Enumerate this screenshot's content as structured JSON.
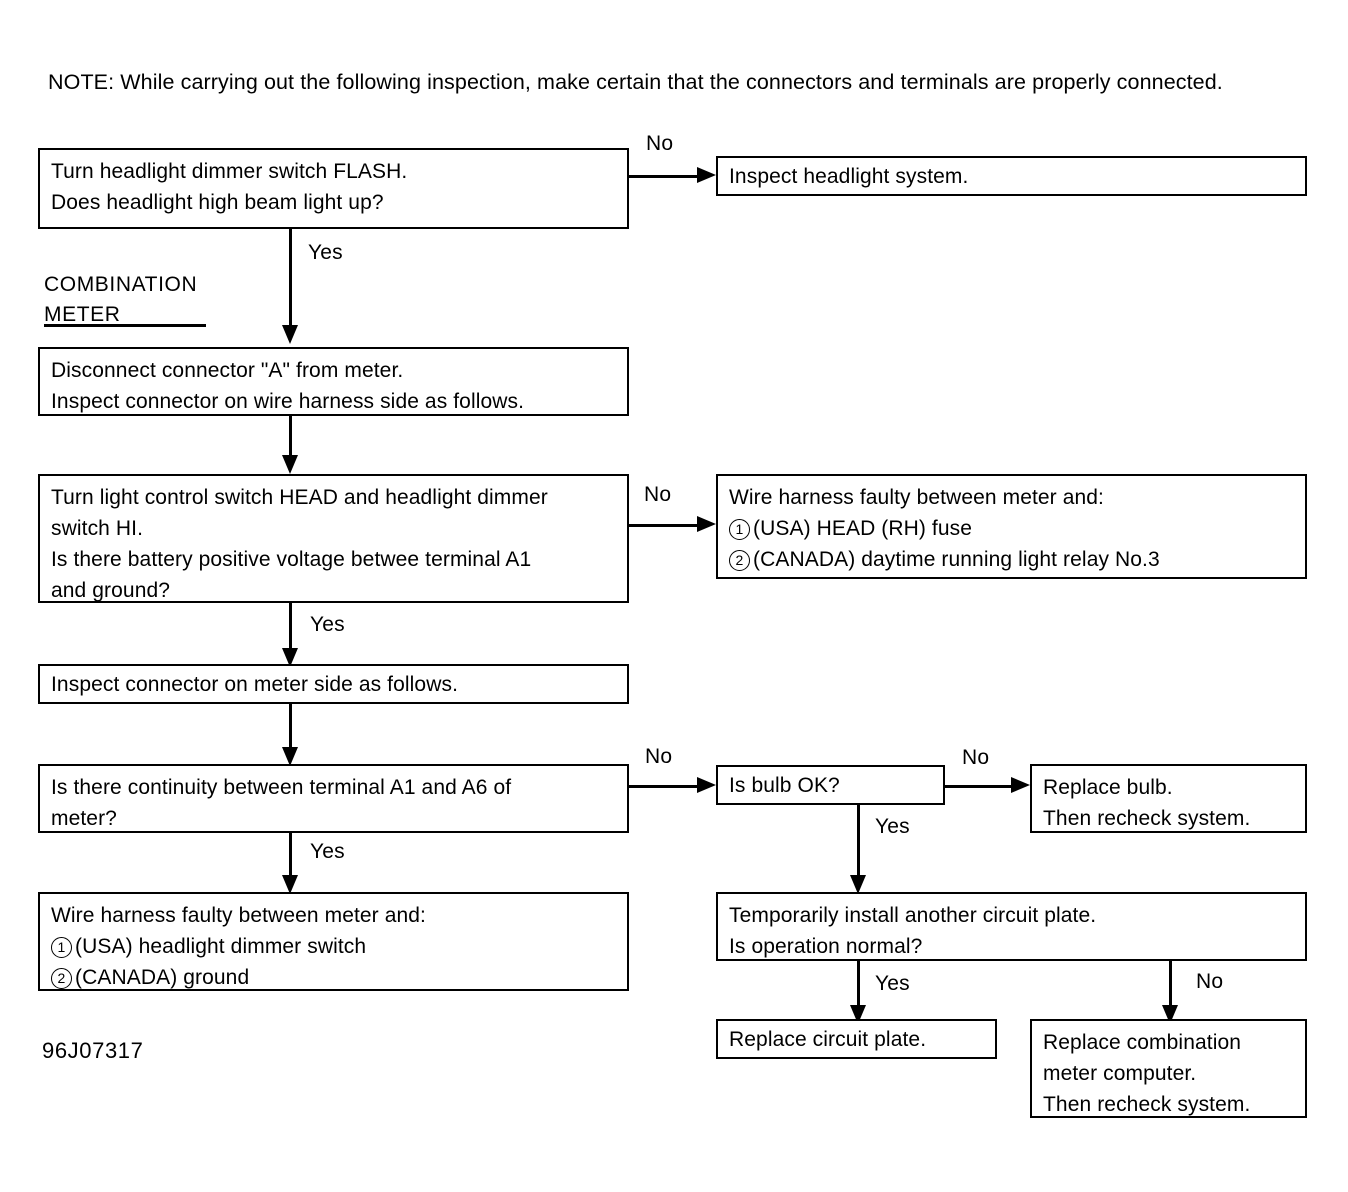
{
  "document": {
    "note_label": "NOTE:",
    "note_text": "NOTE:  While carrying out the following inspection, make certain that the connectors and terminals are properly connected.",
    "figure_number": "96J07317",
    "group_label_line1": "COMBINATION",
    "group_label_line2": "METER"
  },
  "edge_labels": {
    "yes": "Yes",
    "no": "No"
  },
  "chart_data": {
    "type": "diagram",
    "title": "Headlight high beam indicator troubleshooting flowchart",
    "nodes": [
      {
        "id": "n1",
        "lines": [
          "Turn headlight dimmer switch FLASH.",
          "Does headlight high beam light up?"
        ]
      },
      {
        "id": "n2",
        "lines": [
          "Inspect headlight system."
        ]
      },
      {
        "id": "n3",
        "lines": [
          "Disconnect connector \"A\" from meter.",
          "Inspect connector on wire harness side as follows."
        ]
      },
      {
        "id": "n4",
        "lines": [
          "Turn light control switch HEAD and headlight dimmer",
          "switch HI.",
          "Is there battery positive voltage betwee terminal A1",
          "and ground?"
        ]
      },
      {
        "id": "n5",
        "lines": [
          "Wire harness faulty between meter and:"
        ],
        "numbered": [
          "(USA) HEAD (RH) fuse",
          "(CANADA) daytime running light relay No.3"
        ]
      },
      {
        "id": "n6",
        "lines": [
          "Inspect connector on meter side as follows."
        ]
      },
      {
        "id": "n7",
        "lines": [
          "Is there continuity between terminal A1 and A6 of",
          "meter?"
        ]
      },
      {
        "id": "n8",
        "lines": [
          "Is bulb OK?"
        ]
      },
      {
        "id": "n9",
        "lines": [
          "Replace bulb.",
          "Then recheck system."
        ]
      },
      {
        "id": "n10",
        "lines": [
          "Wire harness faulty between meter and:"
        ],
        "numbered": [
          "(USA) headlight dimmer switch",
          "(CANADA) ground"
        ]
      },
      {
        "id": "n11",
        "lines": [
          "Temporarily install another circuit plate.",
          "Is operation normal?"
        ]
      },
      {
        "id": "n12",
        "lines": [
          "Replace circuit plate."
        ]
      },
      {
        "id": "n13",
        "lines": [
          "Replace combination",
          "meter computer.",
          "Then recheck system."
        ]
      }
    ],
    "edges": [
      {
        "from": "n1",
        "to": "n2",
        "label": "No"
      },
      {
        "from": "n1",
        "to": "n3",
        "label": "Yes"
      },
      {
        "from": "n3",
        "to": "n4",
        "label": ""
      },
      {
        "from": "n4",
        "to": "n5",
        "label": "No"
      },
      {
        "from": "n4",
        "to": "n6",
        "label": "Yes"
      },
      {
        "from": "n6",
        "to": "n7",
        "label": ""
      },
      {
        "from": "n7",
        "to": "n8",
        "label": "No"
      },
      {
        "from": "n7",
        "to": "n10",
        "label": "Yes"
      },
      {
        "from": "n8",
        "to": "n9",
        "label": "No"
      },
      {
        "from": "n8",
        "to": "n11",
        "label": "Yes"
      },
      {
        "from": "n11",
        "to": "n12",
        "label": "Yes"
      },
      {
        "from": "n11",
        "to": "n13",
        "label": "No"
      }
    ],
    "numbered_markers": [
      "1",
      "2"
    ]
  }
}
